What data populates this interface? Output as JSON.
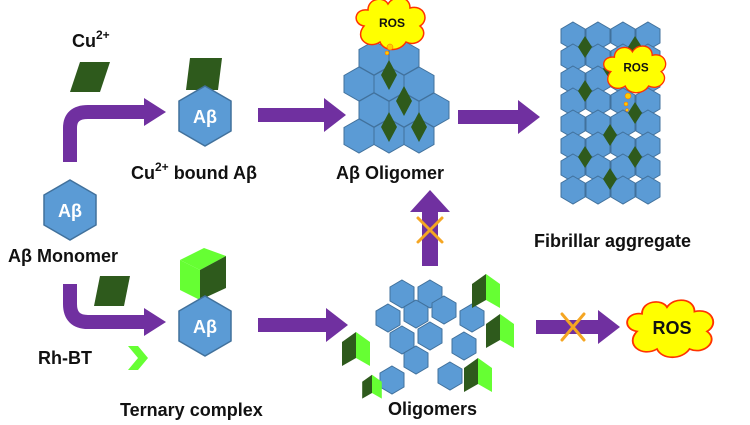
{
  "colors": {
    "hex_fill": "#5B9BD5",
    "hex_stroke": "#41719C",
    "copper": "#2E5A1C",
    "copper_dark": "#1F3F12",
    "rhbt": "#66FF33",
    "arrow": "#7030A0",
    "cross": "#F5A623",
    "ros_fill": "#FFFF00",
    "ros_stroke": "#FF3300"
  },
  "labels": {
    "cu_ion": "Cu",
    "cu_sup": "2+",
    "cu_bound_pre": "Cu",
    "cu_bound_sup": "2+",
    "cu_bound_post": " bound A",
    "beta": "β",
    "oligomer_pre": "A",
    "oligomer_post": " Oligomer",
    "monomer_pre": "A",
    "monomer_post": " Monomer",
    "fibrillar": "Fibrillar aggregate",
    "rhbt": "Rh-BT",
    "ternary": "Ternary complex",
    "oligomers": "Oligomers"
  },
  "hexagons": {
    "monomer": "Aβ",
    "cu_bound": "Aβ",
    "ternary": "Aβ"
  },
  "ros": {
    "top": "ROS",
    "fibril": "ROS",
    "right": "ROS"
  }
}
